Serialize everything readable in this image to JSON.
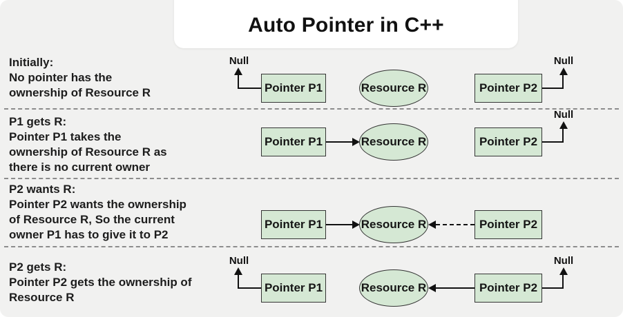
{
  "title": "Auto Pointer in C++",
  "labels": {
    "null": "Null",
    "p1": "Pointer P1",
    "p2": "Pointer P2",
    "resource": "Resource R"
  },
  "colors": {
    "background": "#f1f1f0",
    "title_card": "#ffffff",
    "node_fill": "#d5e8d4",
    "node_border": "#333333",
    "arrow": "#111111",
    "separator": "#8c8c8c",
    "text": "#1c1c1c"
  },
  "rows": [
    {
      "heading": "Initially:",
      "lines": [
        "No pointer has the",
        "ownership of Resource R"
      ]
    },
    {
      "heading": "P1 gets R:",
      "lines": [
        "Pointer P1 takes the",
        "ownership of Resource R as",
        "there is no current owner"
      ]
    },
    {
      "heading": "P2 wants R:",
      "lines": [
        "Pointer P2 wants the ownership",
        "of Resource R, So the current",
        "owner P1 has to give it to P2"
      ]
    },
    {
      "heading": "P2 gets R:",
      "lines": [
        "Pointer P2 gets the ownership of",
        "Resource R"
      ]
    }
  ]
}
